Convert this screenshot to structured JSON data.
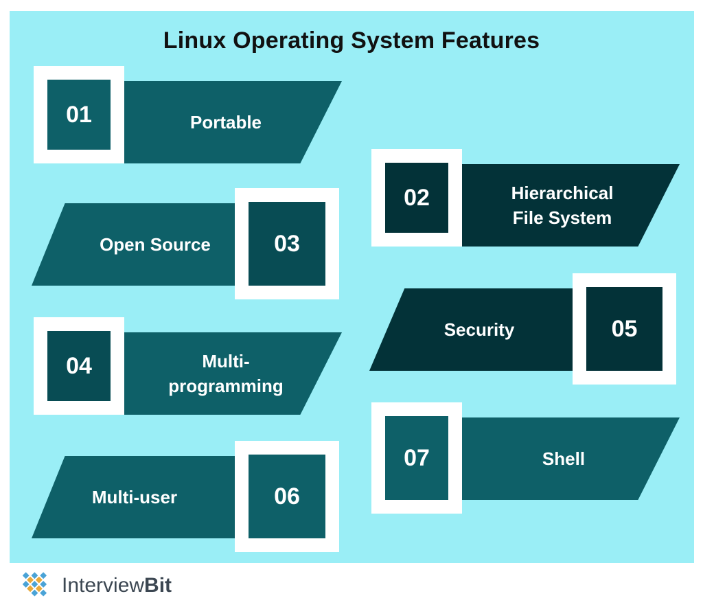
{
  "title": "Linux Operating System Features",
  "colors": {
    "background": "#9aeef6",
    "teal": "#0e6068",
    "dark_teal": "#033238",
    "medium_teal": "#084c54"
  },
  "features": [
    {
      "number": "01",
      "label": "Portable",
      "color": "#0e6068"
    },
    {
      "number": "02",
      "label": "Hierarchical File System",
      "color": "#033238"
    },
    {
      "number": "03",
      "label": "Open Source",
      "color": "#0e6068"
    },
    {
      "number": "04",
      "label": "Multi-programming",
      "color": "#0e6068"
    },
    {
      "number": "05",
      "label": "Security",
      "color": "#033238"
    },
    {
      "number": "06",
      "label": "Multi-user",
      "color": "#0e6068"
    },
    {
      "number": "07",
      "label": "Shell",
      "color": "#0e6068"
    }
  ],
  "brand": {
    "name_part1": "Interview",
    "name_part2": "Bit",
    "icon": "diamond-grid-logo-icon"
  }
}
